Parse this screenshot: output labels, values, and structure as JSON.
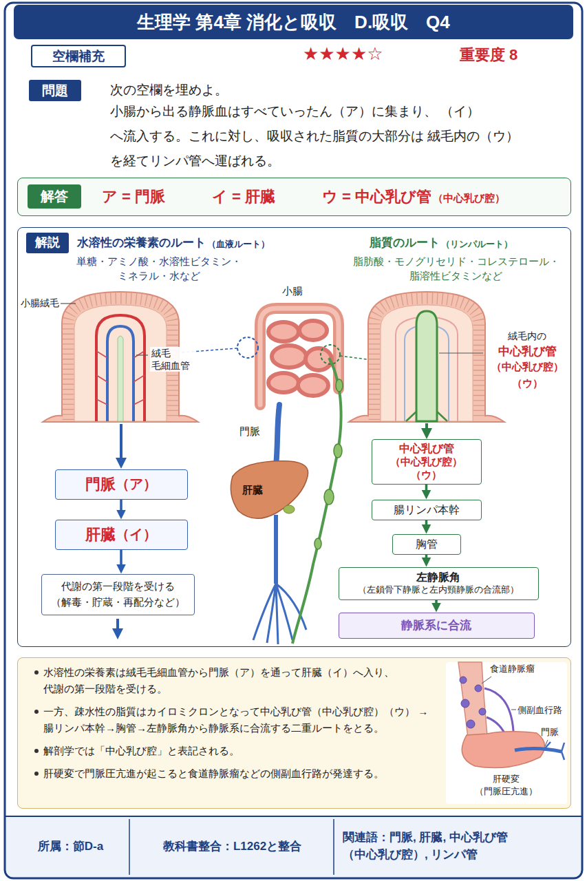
{
  "diagram": {
    "title": "生理学 第4章 消化と吸収　D.吸収　Q4",
    "nodes": [
      {
        "text": [
          "空欄補充"
        ]
      },
      {
        "text": [
          "問題"
        ]
      },
      {
        "text": [
          "ア = 門脈",
          "イ = 肝臓",
          "ウ = 中心乳び管",
          "（中心乳び腔）"
        ]
      },
      {
        "text": [
          "解答"
        ],
        "in": 2
      },
      {
        "text": [
          "水溶性の栄養素のルート",
          "（血液ルート）",
          "単糖・アミノ酸・水溶性ビタミン・ ミネラル・水など",
          "脂質のルート",
          "（リンパルート）",
          "脂肪酸・モノグリセリド・コレステロール・ 脂溶性ビタミンなど"
        ]
      },
      {
        "text": [
          "解説"
        ],
        "in": 4
      },
      {
        "text": [
          "門脈",
          "（ア）"
        ],
        "in": 4
      },
      {
        "text": [
          "肝臓",
          "（イ）"
        ],
        "in": 4
      },
      {
        "text": [
          "代謝の第一段階を受ける （解毒・貯蔵・再配分など）"
        ],
        "in": 4
      },
      {
        "text": [
          "中心乳び管",
          "（中心乳び腔）",
          "（ウ）"
        ],
        "in": 4
      },
      {
        "text": [
          "腸リンパ本幹"
        ],
        "in": 4
      },
      {
        "text": [
          "胸管"
        ],
        "in": 4
      },
      {
        "text": [
          "左静脈角",
          "（左鎖骨下静脈と左内頸静脈の合流部）"
        ],
        "in": 4
      },
      {
        "text": [
          "静脈系に合流"
        ],
        "in": 4
      },
      {
        "text": [
          "水溶性の栄養素は絨毛毛細血管から門脈（ア）を通って肝臓（イ）へ入り、 代謝の第一段階を受ける。",
          "一方、疎水性の脂質はカイロミクロンとなって中心乳び管（中心乳び腔）（ウ） →腸リンパ本幹→胸管→左静脈角から静脈系に合流する二重ルートをとる。",
          "解剖学では「中心乳び腔」と表記される。",
          "肝硬変で門脈圧亢進が起こると食道静脈瘤などの側副血行路が発達する。"
        ]
      },
      {
        "text": [
          "所属：節D-a"
        ]
      },
      {
        "text": [
          "教科書整合：L1262と整合"
        ]
      },
      {
        "text": [
          "関連語：門脈, 肝臓, 中心乳び管（中心乳び腔）, リンパ管"
        ]
      }
    ],
    "edges": [
      {
        "from": 6,
        "to": 7,
        "arrow": "to"
      },
      {
        "from": 7,
        "to": 8,
        "arrow": "to"
      },
      {
        "from": 9,
        "to": 10,
        "arrow": "to"
      },
      {
        "from": 10,
        "to": 11,
        "arrow": "to"
      },
      {
        "from": 11,
        "to": 12,
        "arrow": "to"
      },
      {
        "from": 12,
        "to": 13,
        "arrow": "to"
      }
    ],
    "labels": [
      "★★★★☆",
      "重要度 8",
      "次の空欄を埋めよ。",
      "小腸から出る静脈血はすべていったん（ア）に集まり、 （イ）へ流入する。これに対し、吸収された脂質の大部分は 絨毛内の（ウ）を経てリンパ管へ運ばれる。",
      "小腸絨毛",
      "絨毛 毛細血管",
      "小腸",
      "門脈",
      "肝臓",
      "絨毛内の",
      "中心乳び管",
      "（中心乳び腔）",
      "（ウ）",
      "食道静脈瘤",
      "側副血行路",
      "門脈",
      "肝硬変",
      "（門脈圧亢進）"
    ]
  }
}
